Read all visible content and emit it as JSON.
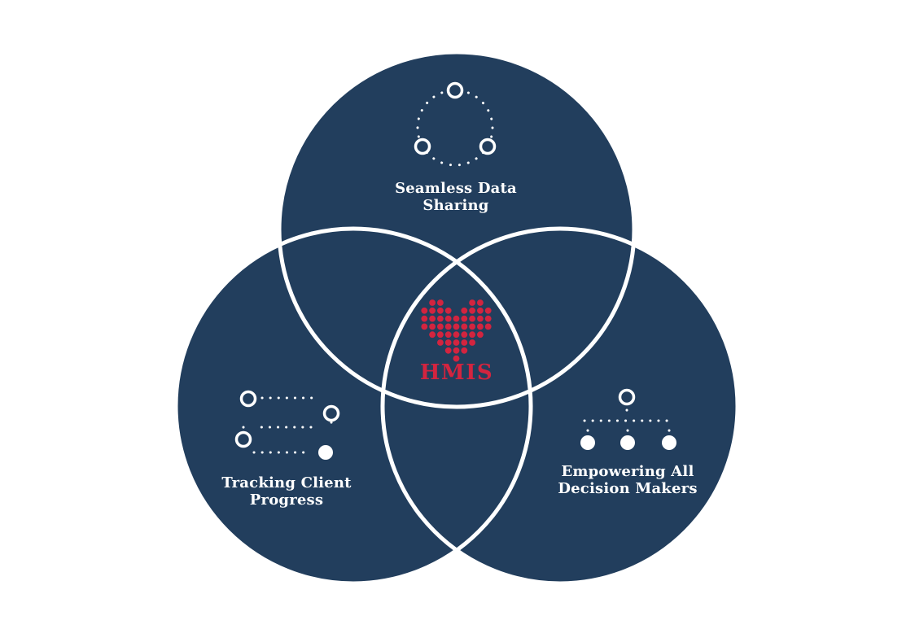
{
  "title": "HMIS Venn diagram",
  "colors": {
    "background": "#FFFFFF",
    "circle_fill": "#223E5D",
    "circle_outline": "#FFFFFF",
    "label_text": "#FFFFFF",
    "accent_red": "#D3243F"
  },
  "venn": {
    "circles": [
      {
        "id": "top",
        "icon": "network-nodes-icon",
        "label_lines": [
          "Seamless Data",
          "Sharing"
        ]
      },
      {
        "id": "bottom-left",
        "icon": "progress-path-icon",
        "label_lines": [
          "Tracking Client",
          "Progress"
        ]
      },
      {
        "id": "bottom-right",
        "icon": "hierarchy-icon",
        "label_lines": [
          "Empowering All",
          "Decision Makers"
        ]
      }
    ],
    "center": {
      "icon": "dotted-heart-icon",
      "label": "HMIS"
    }
  },
  "heart_pattern": [
    "011000110",
    "111101111",
    "111111111",
    "111111111",
    "011111110",
    "001111100",
    "000111000",
    "000010000"
  ]
}
